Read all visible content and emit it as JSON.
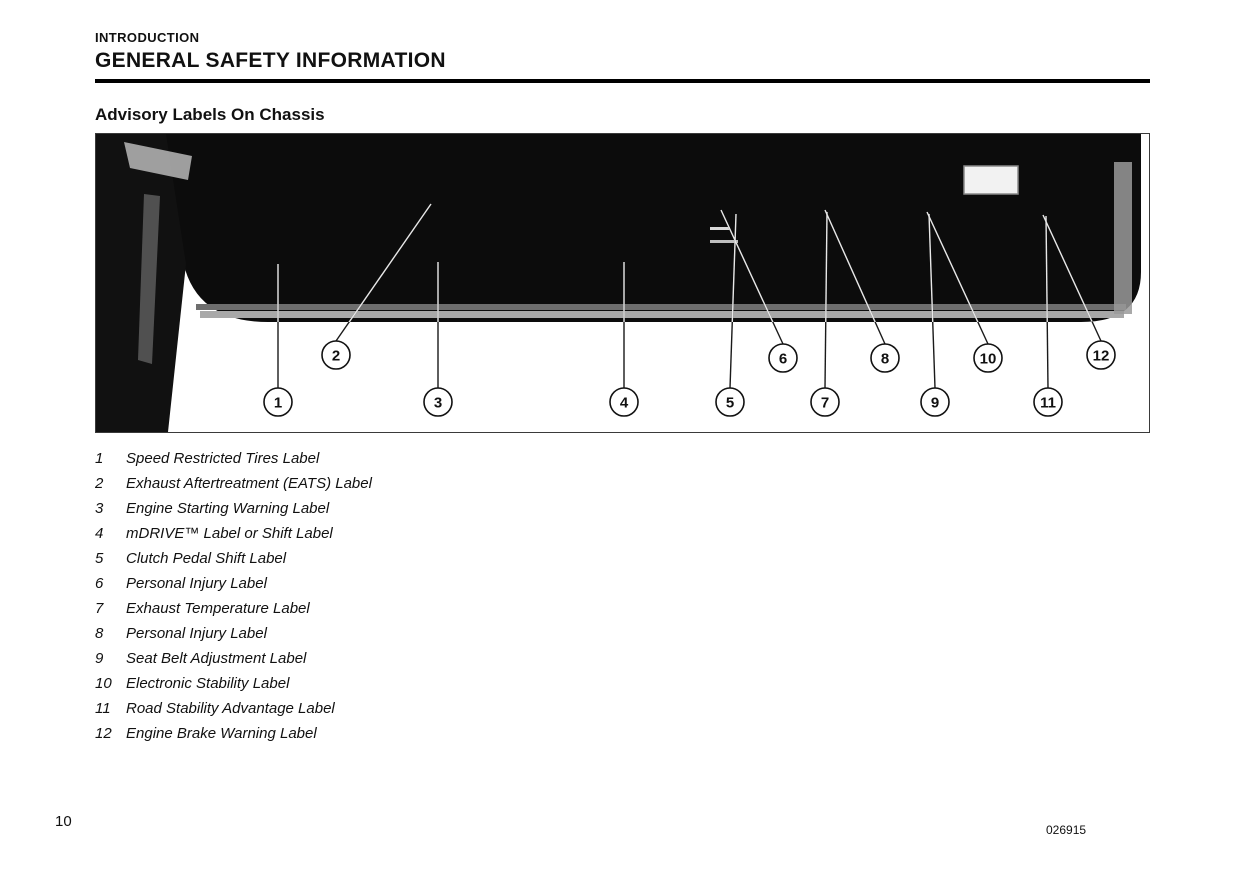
{
  "page": {
    "kicker": "INTRODUCTION",
    "title": "GENERAL SAFETY INFORMATION",
    "section_heading": "Advisory Labels On Chassis",
    "page_number": "10",
    "doc_code": "026915"
  },
  "figure": {
    "description": "Illustration of truck cab interior header showing advisory label locations",
    "callouts": [
      "1",
      "2",
      "3",
      "4",
      "5",
      "6",
      "7",
      "8",
      "9",
      "10",
      "11",
      "12"
    ]
  },
  "legend": {
    "items": [
      {
        "number": "1",
        "label": "Speed Restricted Tires Label"
      },
      {
        "number": "2",
        "label": "Exhaust Aftertreatment (EATS) Label"
      },
      {
        "number": "3",
        "label": "Engine Starting Warning Label"
      },
      {
        "number": "4",
        "label": "mDRIVE™ Label or Shift Label"
      },
      {
        "number": "5",
        "label": "Clutch Pedal Shift Label"
      },
      {
        "number": "6",
        "label": "Personal Injury Label"
      },
      {
        "number": "7",
        "label": "Exhaust Temperature Label"
      },
      {
        "number": "8",
        "label": "Personal Injury Label"
      },
      {
        "number": "9",
        "label": "Seat Belt Adjustment Label"
      },
      {
        "number": "10",
        "label": "Electronic Stability Label"
      },
      {
        "number": "11",
        "label": "Road Stability Advantage Label"
      },
      {
        "number": "12",
        "label": "Engine Brake Warning Label"
      }
    ]
  }
}
